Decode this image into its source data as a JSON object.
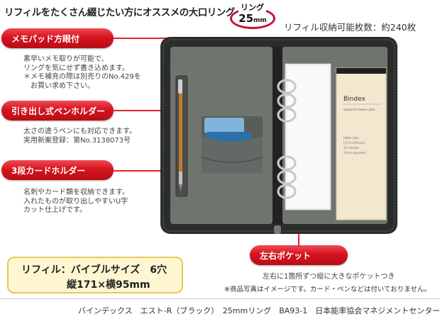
{
  "header": {
    "headline": "リフィルをたくさん綴じたい方にオススメの大口リング",
    "ring_label": "リング",
    "ring_size": "25",
    "ring_unit": "mm",
    "capacity": "リフィル収納可能枚数：約240枚"
  },
  "features": [
    {
      "title": "メモパッド方眼付",
      "lines": [
        "素早いメモ取りが可能で、",
        "リングを気にせず書き込めます。",
        "＊メモ補充の際は別売りのNo.429を",
        "　お買い求め下さい。"
      ]
    },
    {
      "title": "引き出し式ペンホルダー",
      "lines": [
        "太さの違うペンにも対応できます。",
        "実用新案登録：第No.3138073号"
      ]
    },
    {
      "title": "3段カードホルダー",
      "lines": [
        "名刺やカード類を収納できます。",
        "入れたものが取り出しやすいU字",
        "カット仕上げです。"
      ]
    }
  ],
  "pocket": {
    "title": "左右ポケット",
    "desc": "左右に1箇所ずつ縦に大きなポケットつき"
  },
  "refill": {
    "line1": "リフィル：バイブルサイズ　6穴",
    "line2": "縦171×横95mm"
  },
  "photo_note": "※商品写真はイメージです。カード・ペンなどは付いておりません。",
  "footer": "バインデックス　エスト-R（ブラック）　25mmリング　BA93-1　日本能率協会マネジメントセンター",
  "memo_pad": {
    "brand": "Bindex",
    "subtitle": "squared memo pad",
    "spec_lines": [
      "bible size",
      "(171×95mm)",
      "10 sheets",
      "5mm squared"
    ]
  },
  "colors": {
    "accent": "#d5141f",
    "binder": "#3a3d3a",
    "lining": "#6f746f",
    "card_blue": "#2d6fa6",
    "card_light": "#7fb4de",
    "pad": "#f2e7cf",
    "refill_box": "#fdf6d0"
  }
}
